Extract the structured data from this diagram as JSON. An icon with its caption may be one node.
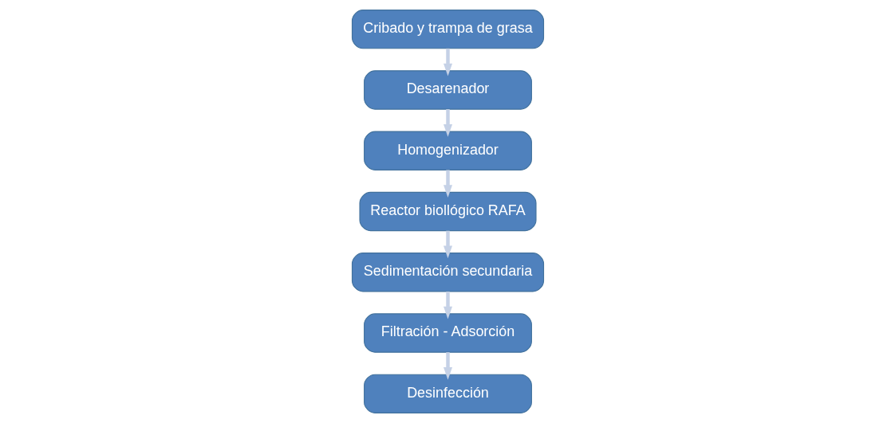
{
  "diagram": {
    "nodes": [
      {
        "text": [
          "Cribado y trampa de grasa"
        ]
      },
      {
        "text": [
          "Desarenador"
        ]
      },
      {
        "text": [
          "Homogenizador"
        ]
      },
      {
        "text": [
          "Reactor biollógico RAFA"
        ]
      },
      {
        "text": [
          "Sedimentación secundaria"
        ]
      },
      {
        "text": [
          "Filtración - Adsorción"
        ]
      },
      {
        "text": [
          "Desinfección"
        ]
      }
    ],
    "edges": [
      {
        "from": 0,
        "to": 1,
        "arrow": "to"
      },
      {
        "from": 1,
        "to": 2,
        "arrow": "to"
      },
      {
        "from": 2,
        "to": 3,
        "arrow": "to"
      },
      {
        "from": 3,
        "to": 4,
        "arrow": "to"
      },
      {
        "from": 4,
        "to": 5,
        "arrow": "to"
      },
      {
        "from": 5,
        "to": 6,
        "arrow": "to"
      }
    ]
  }
}
